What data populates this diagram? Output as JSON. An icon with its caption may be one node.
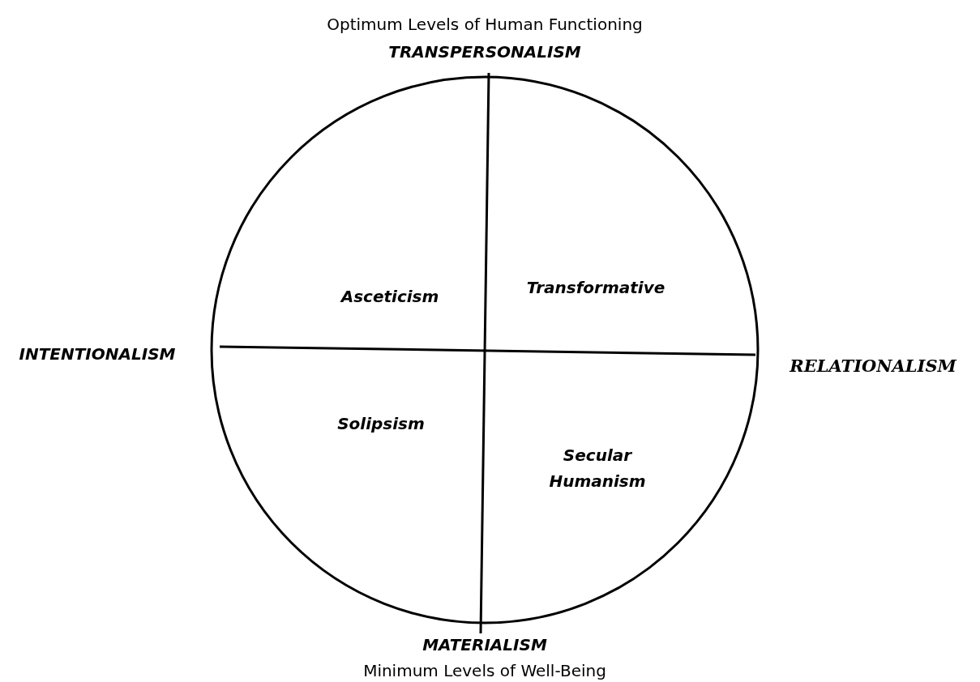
{
  "diagram": {
    "labels": [
      "Optimum Levels of Human Functioning",
      "TRANSPERSONALISM",
      "Asceticism",
      "Transformative",
      "INTENTIONALISM",
      "RELATIONALISM",
      "Solipsism",
      "Secular Humanism",
      "MATERIALISM",
      "Minimum Levels of Well-Being"
    ]
  }
}
